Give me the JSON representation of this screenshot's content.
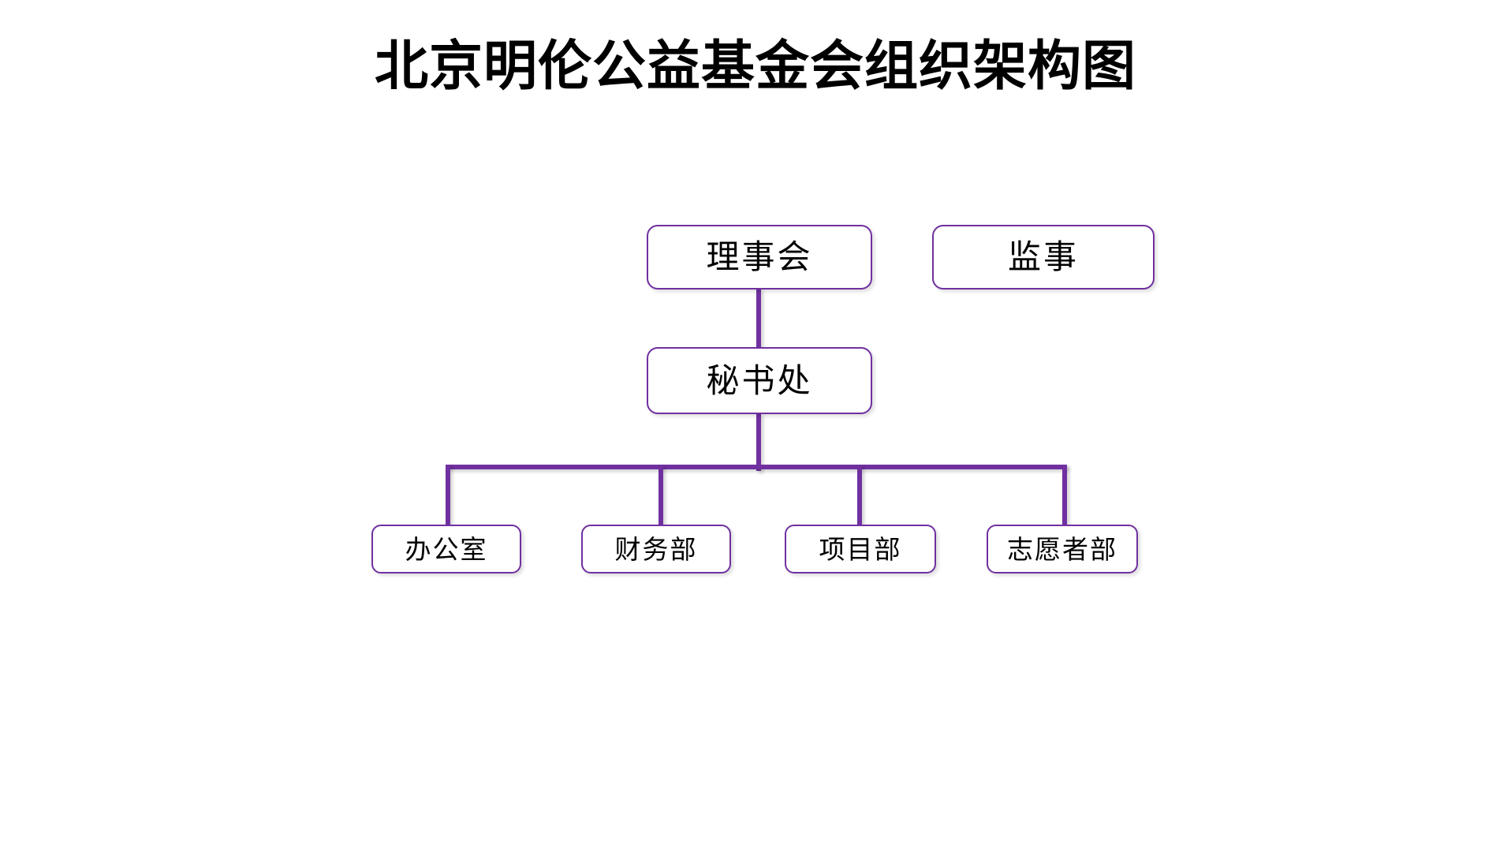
{
  "title": "北京明伦公益基金会组织架构图",
  "colors": {
    "node_border": "#7030A0",
    "connector": "#7030A0",
    "node_fill": "#FFFFFF",
    "text": "#000000",
    "background": "#FFFFFF"
  },
  "chart_data": {
    "type": "diagram",
    "diagram_kind": "organization-chart",
    "title": "北京明伦公益基金会组织架构图",
    "orientation": "top-down",
    "nodes": [
      {
        "id": "board",
        "label": "理事会",
        "level": 1
      },
      {
        "id": "supervisor",
        "label": "监事",
        "level": 1
      },
      {
        "id": "secretariat",
        "label": "秘书处",
        "level": 2
      },
      {
        "id": "office",
        "label": "办公室",
        "level": 3
      },
      {
        "id": "finance",
        "label": "财务部",
        "level": 3
      },
      {
        "id": "project",
        "label": "项目部",
        "level": 3
      },
      {
        "id": "volunteer",
        "label": "志愿者部",
        "level": 3
      }
    ],
    "edges": [
      {
        "from": "board",
        "to": "secretariat"
      },
      {
        "from": "secretariat",
        "to": "office"
      },
      {
        "from": "secretariat",
        "to": "finance"
      },
      {
        "from": "secretariat",
        "to": "project"
      },
      {
        "from": "secretariat",
        "to": "volunteer"
      }
    ],
    "unconnected_nodes": [
      "supervisor"
    ]
  },
  "nodes": {
    "board": "理事会",
    "supervisor": "监事",
    "secretariat": "秘书处",
    "office": "办公室",
    "finance": "财务部",
    "project": "项目部",
    "volunteer": "志愿者部"
  }
}
